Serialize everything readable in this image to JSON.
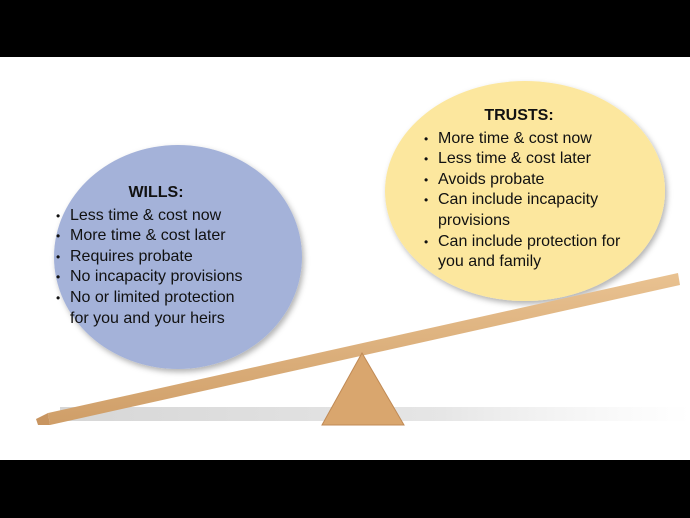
{
  "wills": {
    "title": "WILLS:",
    "items": [
      "Less time & cost now",
      "More time & cost later",
      "Requires probate",
      "No incapacity provisions",
      "No or limited protection for you and your heirs"
    ],
    "color": "#a4b2d9"
  },
  "trusts": {
    "title": "TRUSTS:",
    "items": [
      "More time & cost now",
      "Less time & cost later",
      "Avoids probate",
      "Can include incapacity provisions",
      "Can include protection for you and family"
    ],
    "color": "#fce79e"
  },
  "wood_color": "#ddb07a"
}
